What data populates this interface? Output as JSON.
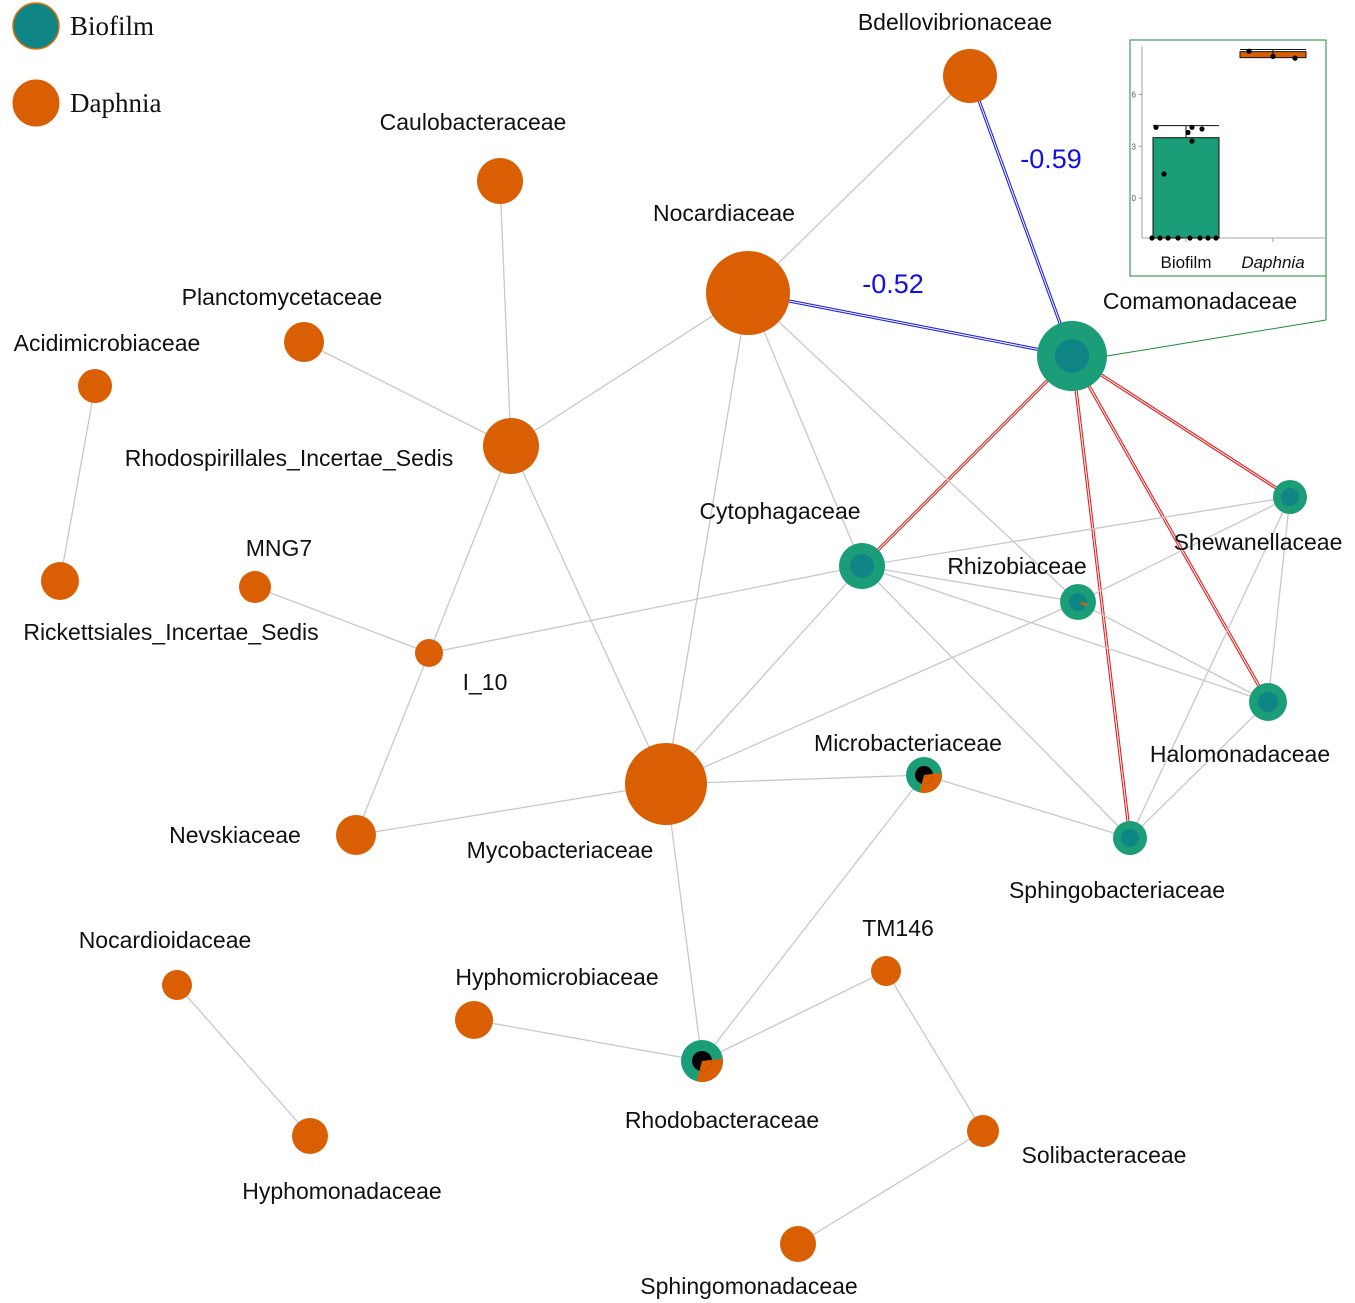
{
  "legend": {
    "items": [
      {
        "label": "Biofilm",
        "fill": "#0f8585",
        "stroke": "#d8730a"
      },
      {
        "label": "Daphnia",
        "fill": "#d95f02",
        "stroke": "#d95f02"
      }
    ]
  },
  "colors": {
    "daphnia": "#d95f02",
    "biofilm_outer": "#1b9e77",
    "biofilm_inner": "#0f8585",
    "black": "#000000",
    "edge_default": "#c8c8c8",
    "edge_negative": "#2222dd",
    "edge_positive": "#e02020",
    "inset_frame": "#1b8a3a"
  },
  "nodes": [
    {
      "id": "bdello",
      "label": "Bdellovibrionaceae",
      "type": "daphnia"
    },
    {
      "id": "caulo",
      "label": "Caulobacteraceae",
      "type": "daphnia"
    },
    {
      "id": "nocardiaceae",
      "label": "Nocardiaceae",
      "type": "daphnia"
    },
    {
      "id": "plancto",
      "label": "Planctomycetaceae",
      "type": "daphnia"
    },
    {
      "id": "acidimicro",
      "label": "Acidimicrobiaceae",
      "type": "daphnia"
    },
    {
      "id": "rhodospir",
      "label": "Rhodospirillales_Incertae_Sedis",
      "type": "daphnia"
    },
    {
      "id": "comamona",
      "label": "Comamonadaceae",
      "type": "biofilm"
    },
    {
      "id": "cytophaga",
      "label": "Cytophagaceae",
      "type": "biofilm"
    },
    {
      "id": "shewanella",
      "label": "Shewanellaceae",
      "type": "biofilm"
    },
    {
      "id": "rhizobia",
      "label": "Rhizobiaceae",
      "type": "biofilm-mixed"
    },
    {
      "id": "mng7",
      "label": "MNG7",
      "type": "daphnia"
    },
    {
      "id": "ricketts",
      "label": "Rickettsiales_Incertae_Sedis",
      "type": "daphnia"
    },
    {
      "id": "i10",
      "label": "I_10",
      "type": "daphnia"
    },
    {
      "id": "halomona",
      "label": "Halomonadaceae",
      "type": "biofilm"
    },
    {
      "id": "microbact",
      "label": "Microbacteriaceae",
      "type": "mixed"
    },
    {
      "id": "nevskia",
      "label": "Nevskiaceae",
      "type": "daphnia"
    },
    {
      "id": "mycobact",
      "label": "Mycobacteriaceae",
      "type": "daphnia"
    },
    {
      "id": "sphingobact",
      "label": "Sphingobacteriaceae",
      "type": "biofilm"
    },
    {
      "id": "nocardioid",
      "label": "Nocardioidaceae",
      "type": "daphnia"
    },
    {
      "id": "tm146",
      "label": "TM146",
      "type": "daphnia"
    },
    {
      "id": "hyphomicro",
      "label": "Hyphomicrobiaceae",
      "type": "daphnia"
    },
    {
      "id": "rhodobact",
      "label": "Rhodobacteraceae",
      "type": "mixed"
    },
    {
      "id": "solibact",
      "label": "Solibacteraceae",
      "type": "daphnia"
    },
    {
      "id": "hyphomona",
      "label": "Hyphomonadaceae",
      "type": "daphnia"
    },
    {
      "id": "sphingomona",
      "label": "Sphingomonadaceae",
      "type": "daphnia"
    }
  ],
  "edges": [
    {
      "source": "bdello",
      "target": "comamona",
      "kind": "negative",
      "weight": "-0.59"
    },
    {
      "source": "nocardiaceae",
      "target": "comamona",
      "kind": "negative",
      "weight": "-0.52"
    },
    {
      "source": "comamona",
      "target": "cytophaga",
      "kind": "positive"
    },
    {
      "source": "comamona",
      "target": "shewanella",
      "kind": "positive"
    },
    {
      "source": "comamona",
      "target": "halomona",
      "kind": "positive"
    },
    {
      "source": "comamona",
      "target": "sphingobact",
      "kind": "positive"
    },
    {
      "source": "bdello",
      "target": "nocardiaceae",
      "kind": "default"
    },
    {
      "source": "caulo",
      "target": "rhodospir",
      "kind": "default"
    },
    {
      "source": "plancto",
      "target": "rhodospir",
      "kind": "default"
    },
    {
      "source": "nocardiaceae",
      "target": "rhodospir",
      "kind": "default"
    },
    {
      "source": "nocardiaceae",
      "target": "cytophaga",
      "kind": "default"
    },
    {
      "source": "nocardiaceae",
      "target": "mycobact",
      "kind": "default"
    },
    {
      "source": "nocardiaceae",
      "target": "rhizobia",
      "kind": "default"
    },
    {
      "source": "rhodospir",
      "target": "i10",
      "kind": "default"
    },
    {
      "source": "rhodospir",
      "target": "mycobact",
      "kind": "default"
    },
    {
      "source": "acidimicro",
      "target": "ricketts",
      "kind": "default"
    },
    {
      "source": "mng7",
      "target": "i10",
      "kind": "default"
    },
    {
      "source": "i10",
      "target": "nevskia",
      "kind": "default"
    },
    {
      "source": "i10",
      "target": "cytophaga",
      "kind": "default"
    },
    {
      "source": "cytophaga",
      "target": "shewanella",
      "kind": "default"
    },
    {
      "source": "cytophaga",
      "target": "rhizobia",
      "kind": "default"
    },
    {
      "source": "cytophaga",
      "target": "halomona",
      "kind": "default"
    },
    {
      "source": "cytophaga",
      "target": "sphingobact",
      "kind": "default"
    },
    {
      "source": "cytophaga",
      "target": "mycobact",
      "kind": "default"
    },
    {
      "source": "rhizobia",
      "target": "shewanella",
      "kind": "default"
    },
    {
      "source": "rhizobia",
      "target": "halomona",
      "kind": "default"
    },
    {
      "source": "rhizobia",
      "target": "mycobact",
      "kind": "default"
    },
    {
      "source": "shewanella",
      "target": "halomona",
      "kind": "default"
    },
    {
      "source": "shewanella",
      "target": "sphingobact",
      "kind": "default"
    },
    {
      "source": "halomona",
      "target": "sphingobact",
      "kind": "default"
    },
    {
      "source": "mycobact",
      "target": "microbact",
      "kind": "default"
    },
    {
      "source": "mycobact",
      "target": "nevskia",
      "kind": "default"
    },
    {
      "source": "mycobact",
      "target": "rhodobact",
      "kind": "default"
    },
    {
      "source": "microbact",
      "target": "sphingobact",
      "kind": "default"
    },
    {
      "source": "microbact",
      "target": "rhodobact",
      "kind": "default"
    },
    {
      "source": "hyphomicro",
      "target": "rhodobact",
      "kind": "default"
    },
    {
      "source": "rhodobact",
      "target": "tm146",
      "kind": "default"
    },
    {
      "source": "tm146",
      "target": "solibact",
      "kind": "default"
    },
    {
      "source": "solibact",
      "target": "sphingomona",
      "kind": "default"
    },
    {
      "source": "nocardioid",
      "target": "hyphomona",
      "kind": "default"
    }
  ],
  "inset": {
    "node": "comamona",
    "chart_data": {
      "type": "bar",
      "categories": [
        "Biofilm",
        "Daphnia"
      ],
      "yticks": [
        "0",
        "3",
        "6"
      ],
      "ylim": [
        -2.3,
        8.8
      ],
      "series": [
        {
          "values": [
            3.5,
            8.3
          ],
          "errors": [
            0.7,
            0.3
          ],
          "colors": [
            "#1b9e77",
            "#d95f02"
          ]
        }
      ],
      "points": [
        {
          "category": "Biofilm",
          "y": [
            4.1,
            4.1,
            4.0,
            3.8,
            3.3,
            1.4,
            -2.3,
            -2.3,
            -2.3,
            -2.3,
            -2.3,
            -2.3,
            -2.3,
            -2.3
          ]
        },
        {
          "category": "Daphnia",
          "y": [
            8.5,
            8.2,
            8.1
          ]
        }
      ]
    }
  }
}
